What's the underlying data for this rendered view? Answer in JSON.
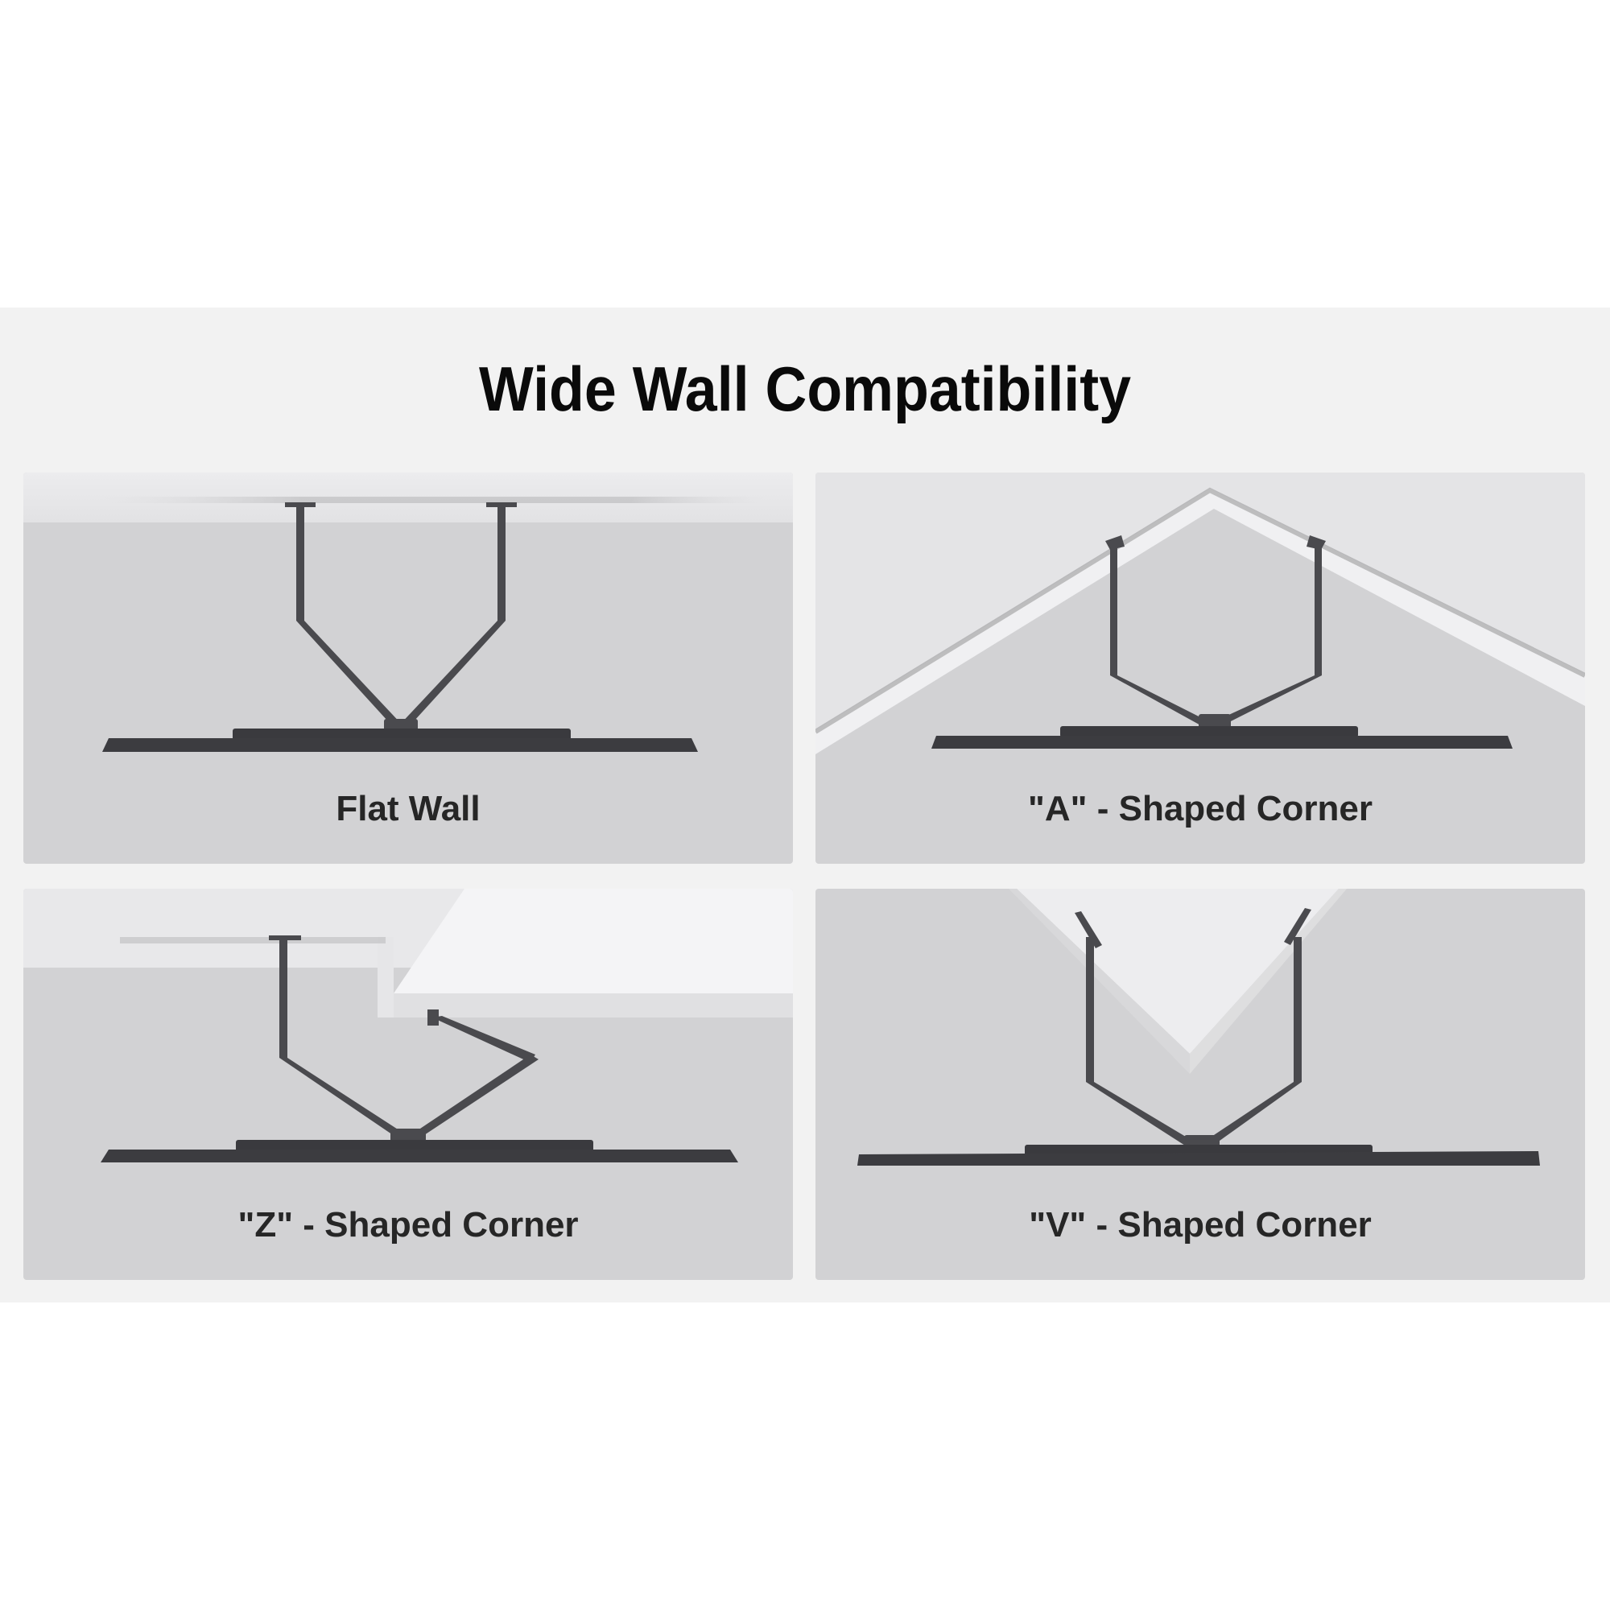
{
  "title": "Wide Wall Compatibility",
  "panels": [
    {
      "id": "flat-wall",
      "caption": "Flat Wall"
    },
    {
      "id": "a-shaped-corner",
      "caption": "\"A\" - Shaped Corner"
    },
    {
      "id": "z-shaped-corner",
      "caption": "\"Z\" - Shaped Corner"
    },
    {
      "id": "v-shaped-corner",
      "caption": "\"V\" - Shaped Corner"
    }
  ],
  "colors": {
    "background": "#ffffff",
    "band": "#f2f2f2",
    "panel": "#d2d2d4",
    "wall_light": "#ececee",
    "metal": "#4a4a4e",
    "tv": "#3c3c40",
    "title_text": "#0a0a0a",
    "caption_text": "#262626"
  }
}
